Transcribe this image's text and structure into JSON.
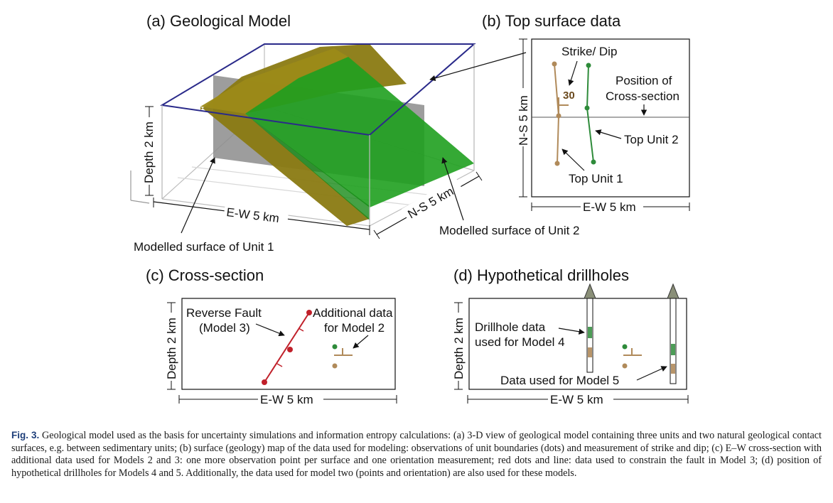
{
  "panels": {
    "a": {
      "title": "(a)  Geological Model",
      "xlabel": "E-W 5 km",
      "ylabel": "N-S 5 km",
      "zlabel": "Depth 2 km",
      "unit1_label": "Modelled surface of Unit 1",
      "unit2_label": "Modelled surface of Unit 2"
    },
    "b": {
      "title": "(b)  Top surface data",
      "strike_label": "Strike/ Dip",
      "dip_value": "30",
      "section_label_1": "Position of",
      "section_label_2": "Cross-section",
      "top2_label": "Top Unit 2",
      "top1_label": "Top Unit 1",
      "xlabel": "E-W 5 km",
      "ylabel": "N-S 5 km"
    },
    "c": {
      "title": "(c)  Cross-section",
      "fault_label_1": "Reverse Fault",
      "fault_label_2": "(Model 3)",
      "add_label_1": "Additional data",
      "add_label_2": "for Model 2",
      "xlabel": "E-W 5 km",
      "ylabel": "Depth 2 km"
    },
    "d": {
      "title": "(d)  Hypothetical drillholes",
      "dh_label_1": "Drillhole data",
      "dh_label_2": "used for Model 4",
      "m5_label": "Data used for Model 5",
      "xlabel": "E-W 5 km",
      "ylabel": "Depth 2 km"
    }
  },
  "colors": {
    "unit1": "#8a7a12",
    "unit2": "#1fa01f",
    "box": "#2a2a8a",
    "section": "#8c8c8c",
    "brown": "#b08a5a",
    "green": "#2e8b3a",
    "fault": "#c0202a"
  },
  "caption": {
    "fig": "Fig. 3.",
    "text": " Geological model used as the basis for uncertainty simulations and information entropy calculations: (a) 3-D view of geological model containing three units and two natural geological contact surfaces, e.g. between sedimentary units; (b) surface (geology) map of the data used for modeling: observations of unit boundaries (dots) and measurement of strike and dip; (c) E–W cross-section with additional data used for Models 2 and 3: one more observation point per surface and one orientation measurement; red dots and line: data used to constrain the fault in Model 3; (d) position of hypothetical drillholes for Models 4 and 5. Additionally, the data used for model two (points and orientation) are also used for these models."
  }
}
